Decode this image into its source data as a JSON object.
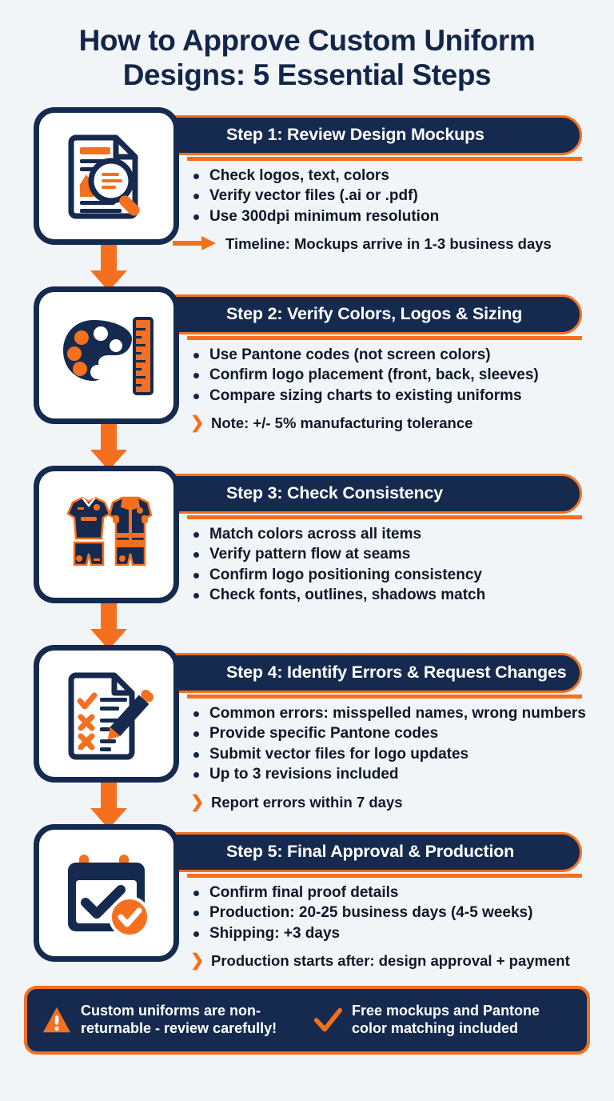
{
  "title": {
    "line1": "How to Approve Custom Uniform",
    "line2": "Designs: 5 Essential Steps"
  },
  "colors": {
    "navy": "#152a4e",
    "orange": "#f4701f",
    "background": "#f2f5f7",
    "card": "#ffffff"
  },
  "steps": [
    {
      "icon": "document-magnifier-icon",
      "title": "Step 1: Review Design Mockups",
      "bullets": [
        "Check logos, text, colors",
        "Verify vector files (.ai or .pdf)",
        "Use 300dpi minimum resolution"
      ],
      "note_marker": "arrow",
      "note_lead": "Timeline:",
      "note_rest": " Mockups arrive in 1-3 business days"
    },
    {
      "icon": "palette-ruler-icon",
      "title": "Step 2: Verify Colors, Logos & Sizing",
      "bullets": [
        "Use Pantone codes (not screen colors)",
        "Confirm logo placement (front, back, sleeves)",
        "Compare sizing charts to existing uniforms"
      ],
      "note_marker": "chevron",
      "note_lead": "Note:",
      "note_rest": " +/- 5% manufacturing tolerance"
    },
    {
      "icon": "uniform-apparel-icon",
      "title": "Step 3: Check Consistency",
      "bullets": [
        "Match colors across all items",
        "Verify pattern flow at seams",
        "Confirm logo positioning consistency",
        "Check fonts, outlines, shadows match"
      ],
      "note_marker": "none",
      "note_lead": "",
      "note_rest": ""
    },
    {
      "icon": "checklist-pen-icon",
      "title": "Step 4: Identify Errors & Request Changes",
      "bullets": [
        "Common errors: misspelled names, wrong numbers",
        "Provide specific Pantone codes",
        "Submit vector files for logo updates",
        "Up to 3 revisions included"
      ],
      "note_marker": "chevron",
      "note_lead": "",
      "note_rest": "Report errors within 7 days"
    },
    {
      "icon": "calendar-check-icon",
      "title": "Step 5: Final Approval & Production",
      "bullets": [
        "Confirm final proof details",
        "Production: 20-25 business days (4-5 weeks)",
        "Shipping: +3 days"
      ],
      "note_marker": "chevron",
      "note_lead": "",
      "note_rest": "Production starts after: design approval + payment"
    }
  ],
  "footer": {
    "warning": {
      "icon": "warning-triangle-icon",
      "line1": "Custom uniforms are non-",
      "line2": "returnable - review carefully!"
    },
    "benefit": {
      "icon": "check-mark-icon",
      "line1": "Free mockups and Pantone",
      "line2": "color matching included"
    }
  }
}
